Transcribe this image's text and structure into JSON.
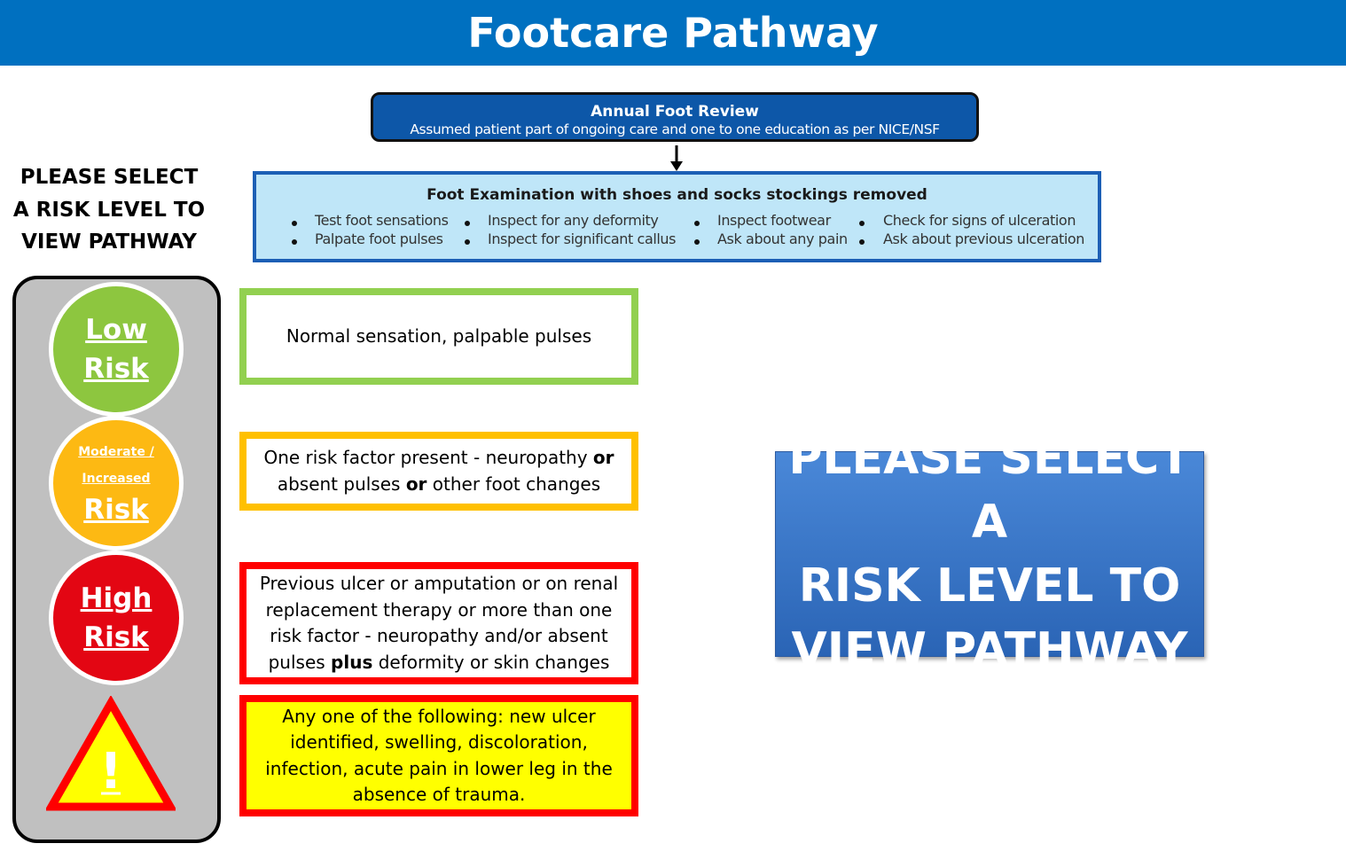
{
  "header": {
    "title": "Footcare Pathway"
  },
  "review": {
    "title": "Annual Foot Review",
    "subtitle": "Assumed patient part of ongoing care and one to one education as per NICE/NSF"
  },
  "exam": {
    "title": "Foot Examination with shoes and socks stockings removed",
    "items": [
      "Test foot sensations",
      "Palpate foot pulses",
      "Inspect for any deformity",
      "Inspect for significant callus",
      "Inspect footwear",
      "Ask about any pain",
      "Check for signs of ulceration",
      "Ask about previous ulceration"
    ]
  },
  "prompt_left": {
    "lines": [
      "PLEASE SELECT",
      "A RISK LEVEL TO",
      "VIEW PATHWAY"
    ]
  },
  "risk_levels": {
    "low": {
      "line1": "Low",
      "line2": "Risk"
    },
    "moderate": {
      "line1": "Moderate /",
      "line2": "Increased",
      "line3": "Risk"
    },
    "high": {
      "line1": "High",
      "line2": "Risk"
    },
    "urgent": {
      "symbol": "!"
    }
  },
  "descriptions": {
    "low": "Normal sensation, palpable pulses",
    "moderate": {
      "a": "One risk factor present - neuropathy ",
      "b": "or",
      "c": " absent pulses ",
      "d": "or",
      "e": " other foot changes"
    },
    "high": {
      "a": "Previous ulcer or amputation or on renal replacement therapy or more than one risk factor - neuropathy and/or absent pulses ",
      "b": "plus",
      "c": " deformity or skin changes"
    },
    "urgent": "Any one of the following: new ulcer identified, swelling, discoloration, infection, acute pain in lower leg in the absence of trauma."
  },
  "cta": {
    "lines": [
      "PLEASE SELECT A",
      "RISK LEVEL TO",
      "VIEW PATHWAY"
    ]
  },
  "colors": {
    "header": "#0070c0",
    "low": "#8dc63f",
    "moderate": "#fdb913",
    "high": "#e30613",
    "urgent_fill": "#ffff00",
    "exam_fill": "#bfe6f8",
    "cta": "#2f6fc4"
  }
}
